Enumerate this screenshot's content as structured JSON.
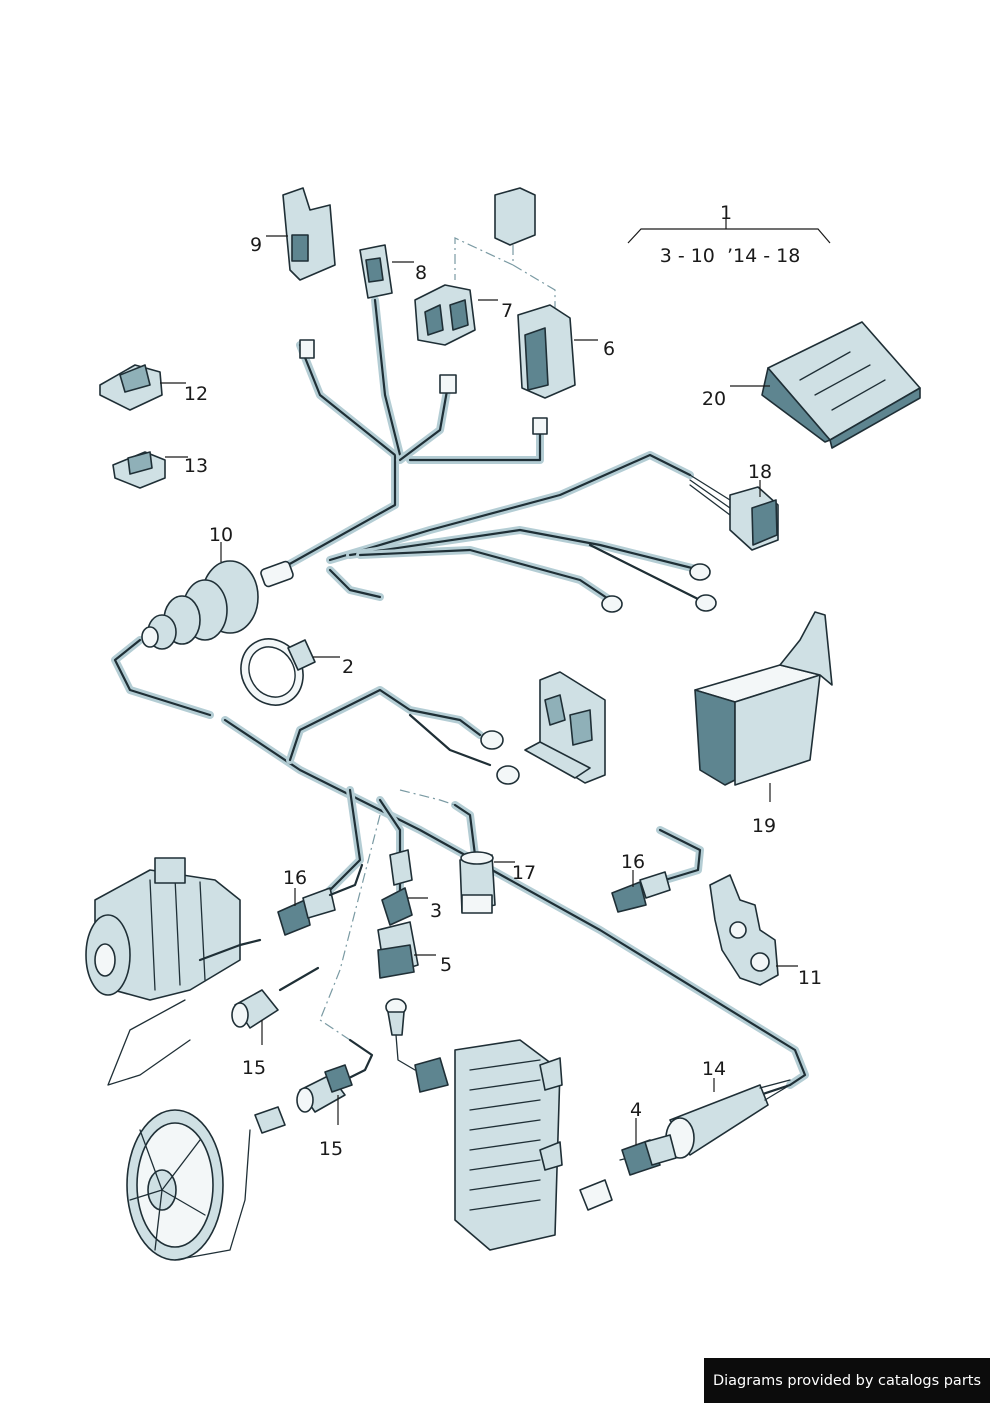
{
  "callouts": {
    "c1": "1",
    "c1_range": "3 - 10  ’14 - 18",
    "c2": "2",
    "c3": "3",
    "c4": "4",
    "c5": "5",
    "c6": "6",
    "c7": "7",
    "c8": "8",
    "c9": "9",
    "c10": "10",
    "c11": "11",
    "c12": "12",
    "c13": "13",
    "c14": "14",
    "c15a": "15",
    "c15b": "15",
    "c16a": "16",
    "c16b": "16",
    "c17": "17",
    "c18": "18",
    "c19": "19",
    "c20": "20"
  },
  "footer": {
    "text": "Diagrams provided by catalogs parts"
  },
  "colors": {
    "part_fill": "#cfe0e4",
    "part_dark": "#5e8590",
    "outline": "#1f2f36",
    "background": "#ffffff"
  }
}
